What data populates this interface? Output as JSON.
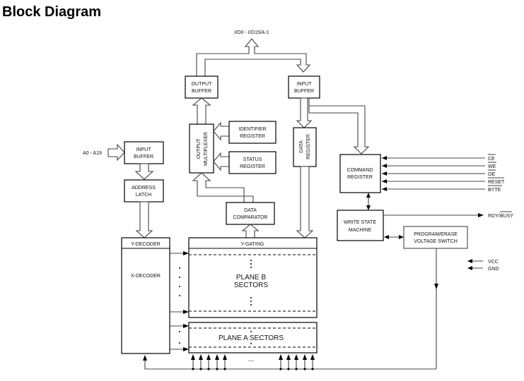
{
  "title": "Block Diagram",
  "io_bus_label": "I/O0 - I/O15/A-1",
  "address_input_label": "A0 - A19",
  "blocks": {
    "output_buffer": [
      "OUTPUT",
      "BUFFER"
    ],
    "input_buffer_data": [
      "INPUT",
      "BUFFER"
    ],
    "input_buffer_addr": [
      "INPUT",
      "BUFFER"
    ],
    "address_latch": [
      "ADDRESS",
      "LATCH"
    ],
    "output_multiplexer": [
      "OUTPUT",
      "MULTIPLEXER"
    ],
    "identifier_register": [
      "IDENTIFIER",
      "REGISTER"
    ],
    "status_register": [
      "STATUS",
      "REGISTER"
    ],
    "data_comparator": [
      "DATA",
      "COMPARATOR"
    ],
    "data_register": [
      "DATA",
      "REGISTER"
    ],
    "command_register": [
      "COMMAND",
      "REGISTER"
    ],
    "write_state_machine": [
      "WRITE STATE",
      "MACHINE"
    ],
    "program_erase_switch": [
      "PROGRAM/ERASE",
      "VOLTAGE SWITCH"
    ],
    "y_decoder": "Y-DECODER",
    "x_decoder": "X-DECODER",
    "y_gating": "Y-GATING",
    "plane_b": [
      "PLANE B",
      "SECTORS"
    ],
    "plane_a": "PLANE A SECTORS"
  },
  "control_signals": [
    {
      "name": "CE",
      "active_low": true
    },
    {
      "name": "WE",
      "active_low": true
    },
    {
      "name": "OE",
      "active_low": true
    },
    {
      "name": "RESET",
      "active_low": true
    },
    {
      "name": "BYTE",
      "active_low": true
    }
  ],
  "status_output": {
    "prefix": "RDY/",
    "overlined": "BUSY"
  },
  "power_pins": [
    "VCC",
    "GND"
  ],
  "ellipsis": "..."
}
